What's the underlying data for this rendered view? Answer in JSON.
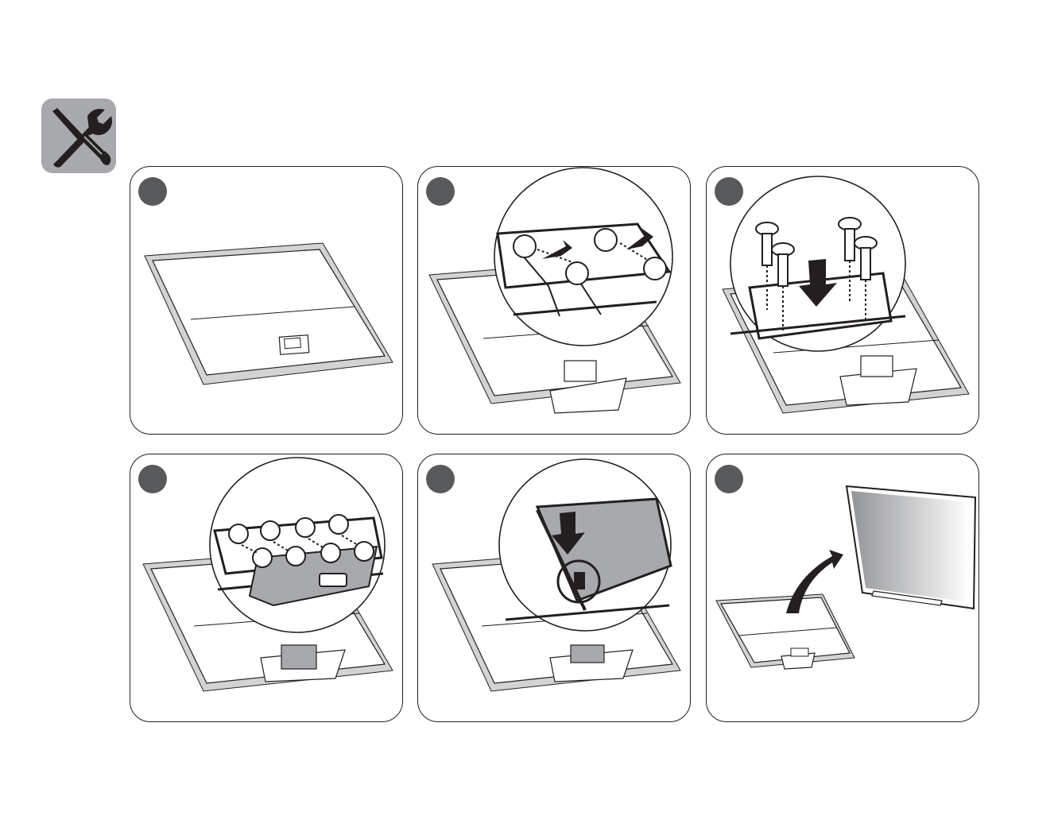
{
  "colors": {
    "badge_gray": "#a7a9ac",
    "step_gray": "#58595b",
    "line": "#231f20",
    "tv_frame": "#d1d3d4",
    "plate_gray": "#a7a9ac",
    "tv_screen_gradient": [
      "#939598",
      "#ffffff"
    ]
  },
  "header": {
    "icon": "screwdriver-wrench-icon"
  },
  "steps": [
    {
      "number": "",
      "icon": "tv-face-down"
    },
    {
      "number": "",
      "icon": "stand-insert-arrows"
    },
    {
      "number": "",
      "icon": "four-screws"
    },
    {
      "number": "",
      "icon": "cover-plate-clips"
    },
    {
      "number": "",
      "icon": "press-down-clip"
    },
    {
      "number": "",
      "icon": "tv-stand-up-arrow"
    }
  ]
}
